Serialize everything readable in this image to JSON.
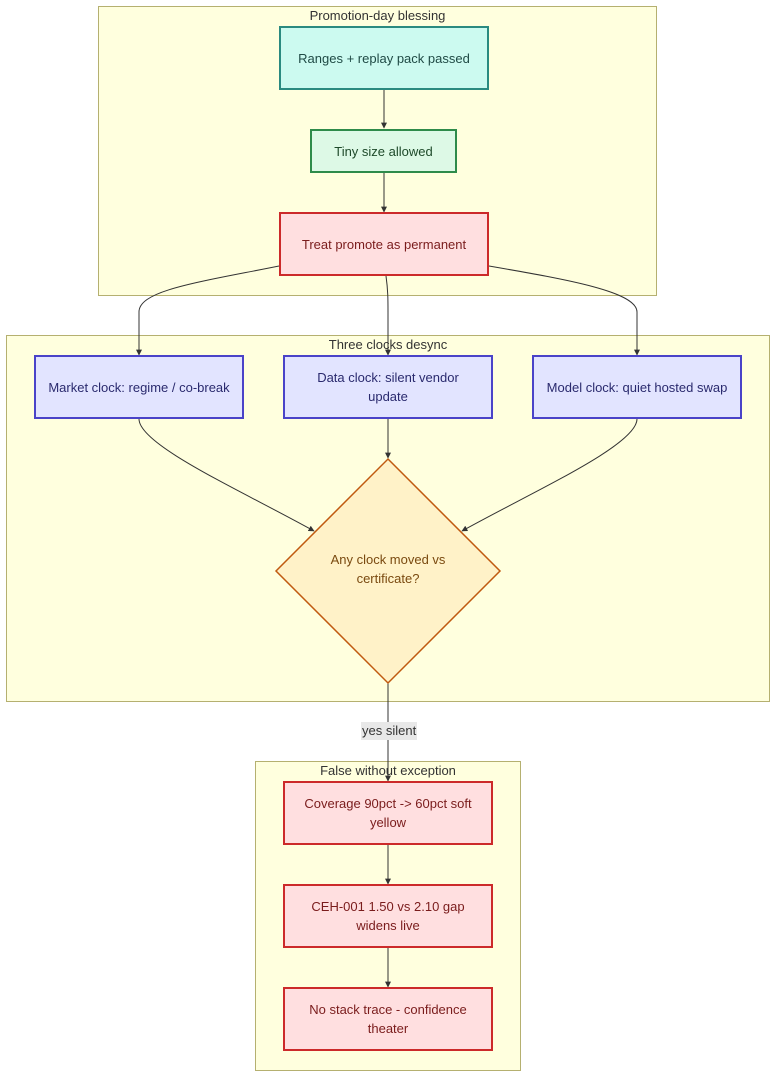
{
  "clusters": {
    "promotion": {
      "title": "Promotion-day blessing"
    },
    "clocks": {
      "title": "Three clocks desync"
    },
    "false_exception": {
      "title": "False without exception"
    }
  },
  "nodes": {
    "ranges": "Ranges + replay pack passed",
    "tiny": "Tiny size allowed",
    "treat": "Treat promote as permanent",
    "market": "Market clock: regime / co-break",
    "data_clock": "Data clock: silent vendor update",
    "model": "Model clock: quiet hosted swap",
    "decision": "Any clock moved vs certificate?",
    "coverage": "Coverage 90pct -> 60pct soft yellow",
    "ceh": "CEH-001 1.50 vs 2.10 gap widens live",
    "nostack": "No stack trace - confidence theater"
  },
  "edges": {
    "yes_label": "yes silent"
  },
  "colors": {
    "cluster_fill": "#ffffde",
    "cluster_border": "#b5b070",
    "cyan_fill": "#ccfaf0",
    "green_fill": "#ddf9e6",
    "red_fill": "#ffdfe0",
    "blue_fill": "#e2e4ff",
    "decision_fill": "#fff2c8",
    "decision_border": "#c05a10",
    "edge": "#333333"
  }
}
